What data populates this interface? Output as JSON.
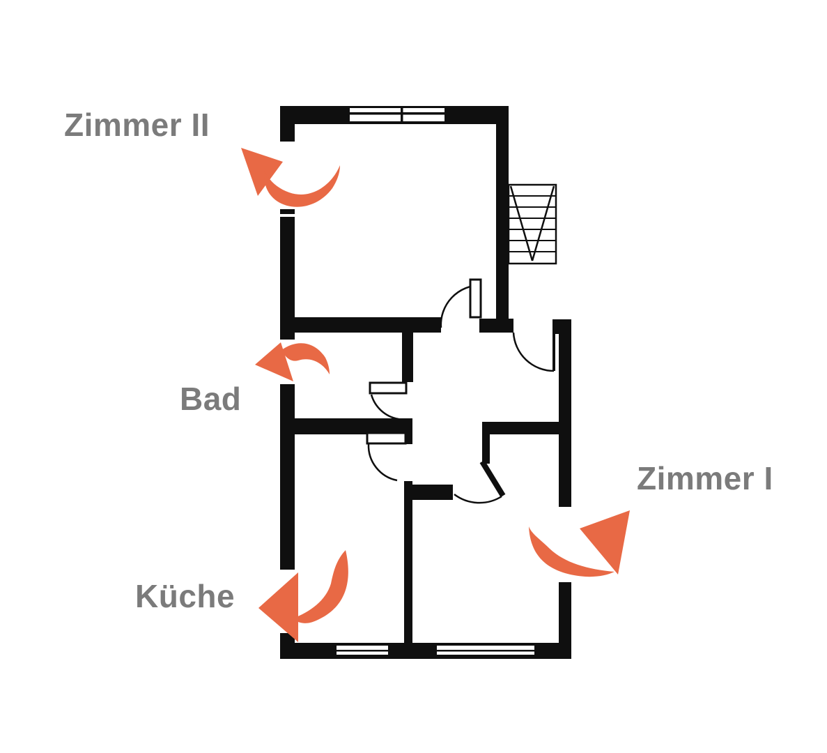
{
  "diagram": {
    "type": "floor-plan",
    "rooms": [
      {
        "id": "zimmer-2",
        "label": "Zimmer II"
      },
      {
        "id": "bad",
        "label": "Bad"
      },
      {
        "id": "kueche",
        "label": "Küche"
      },
      {
        "id": "zimmer-1",
        "label": "Zimmer I"
      }
    ],
    "arrows": [
      {
        "room": "Zimmer II",
        "direction": "up-left"
      },
      {
        "room": "Bad",
        "direction": "left"
      },
      {
        "room": "Küche",
        "direction": "left"
      },
      {
        "room": "Zimmer I",
        "direction": "up-right"
      }
    ],
    "stairs": {
      "location": "outside-right",
      "treads": 7
    }
  },
  "colors": {
    "wall": "#0f0f0f",
    "arrow": "#E86945",
    "label": "#7B7B7B",
    "background": "#ffffff"
  }
}
